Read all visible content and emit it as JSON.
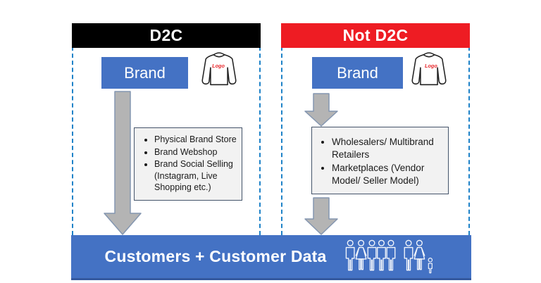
{
  "columns": {
    "d2c": {
      "header": "D2C",
      "brand_label": "Brand",
      "shirt_logo_text": "Logo",
      "channels": [
        "Physical Brand Store",
        "Brand Webshop",
        "Brand Social Selling (Instagram, Live Shopping etc.)"
      ]
    },
    "not_d2c": {
      "header": "Not D2C",
      "brand_label": "Brand",
      "shirt_logo_text": "Logo",
      "channels": [
        "Wholesalers/ Multibrand Retailers",
        "Marketplaces (Vendor Model/ Seller Model)"
      ]
    }
  },
  "footer": {
    "label": "Customers + Customer Data"
  },
  "colors": {
    "d2c_header_bg": "#000000",
    "not_d2c_header_bg": "#ee1c23",
    "header_text": "#ffffff",
    "brand_box_bg": "#4472c4",
    "footer_bg": "#4472c4",
    "dashed_border": "#1e82c8",
    "list_box_bg": "#f2f2f2",
    "list_box_border": "#44546a",
    "arrow_fill": "#b4b4b4",
    "arrow_stroke": "#8496b0",
    "shirt_outline": "#222222",
    "logo_text": "#e8262a"
  }
}
